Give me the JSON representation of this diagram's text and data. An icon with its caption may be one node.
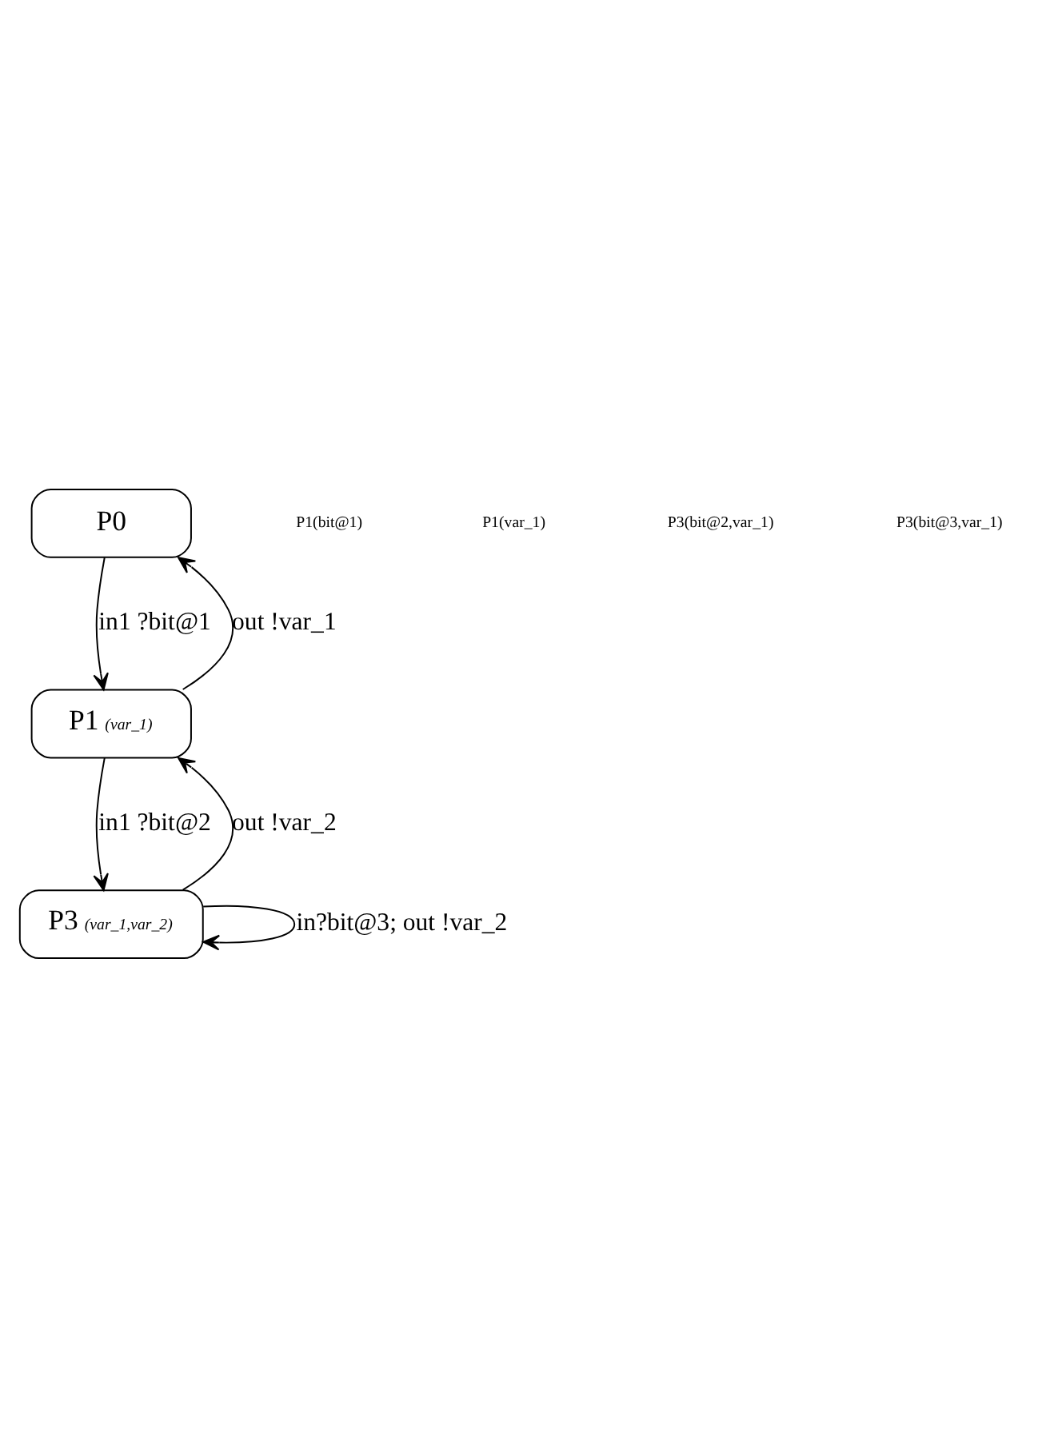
{
  "diagram": {
    "nodes": [
      {
        "text": [
          "P0"
        ]
      },
      {
        "text": [
          "P1",
          "(var_1)"
        ]
      },
      {
        "text": [
          "P3",
          "(var_1,var_2)"
        ]
      }
    ],
    "edges": [
      {
        "from": 0,
        "to": 1,
        "arrow": "to",
        "label": "in1 ?bit@1"
      },
      {
        "from": 1,
        "to": 0,
        "arrow": "to",
        "label": "out !var_1"
      },
      {
        "from": 1,
        "to": 2,
        "arrow": "to",
        "label": "in1 ?bit@2"
      },
      {
        "from": 2,
        "to": 1,
        "arrow": "to",
        "label": "out !var_2"
      },
      {
        "from": 2,
        "to": 2,
        "arrow": "to",
        "label": "in?bit@3; out !var_2"
      }
    ],
    "labels": [
      "P1(bit@1)",
      "P1(var_1)",
      "P3(bit@2,var_1)",
      "P3(bit@3,var_1)"
    ]
  }
}
